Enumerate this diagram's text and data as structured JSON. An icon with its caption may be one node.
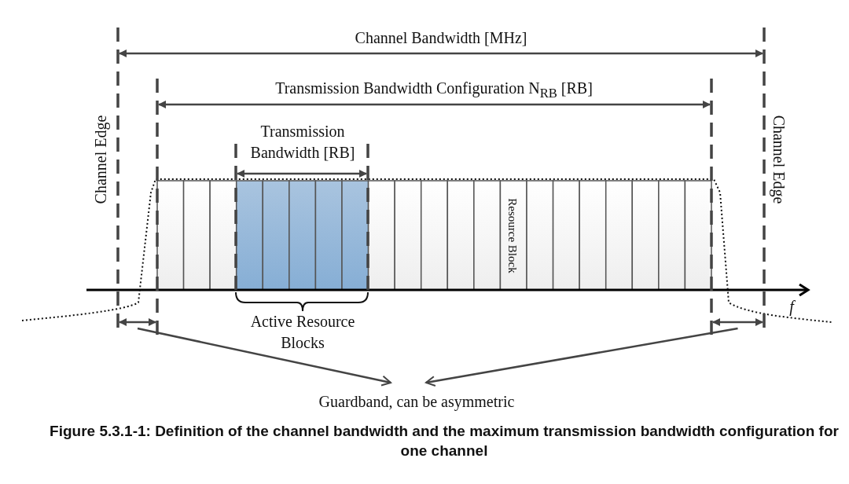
{
  "diagram": {
    "caption": "Figure 5.3.1-1: Definition of the channel bandwidth and the maximum transmission bandwidth configuration for one channel",
    "nodes": [
      {
        "text": [
          "Guardband, can be asymmetric"
        ]
      },
      {
        "text": [],
        "shape": "bar"
      },
      {
        "text": [],
        "shape": "bar"
      }
    ],
    "edges": [
      {
        "from": 1,
        "to": 0,
        "arrow": "to"
      },
      {
        "from": 2,
        "to": 0,
        "arrow": "to"
      }
    ],
    "labels": [
      "Channel Bandwidth [MHz]",
      "Transmission Bandwidth Configuration N$_{RB}$ [RB]",
      "Channel Edge",
      "Transmission Bandwidth [RB]",
      "Channel Edge",
      "Resource Block",
      "f",
      "Active Resource Blocks"
    ]
  }
}
